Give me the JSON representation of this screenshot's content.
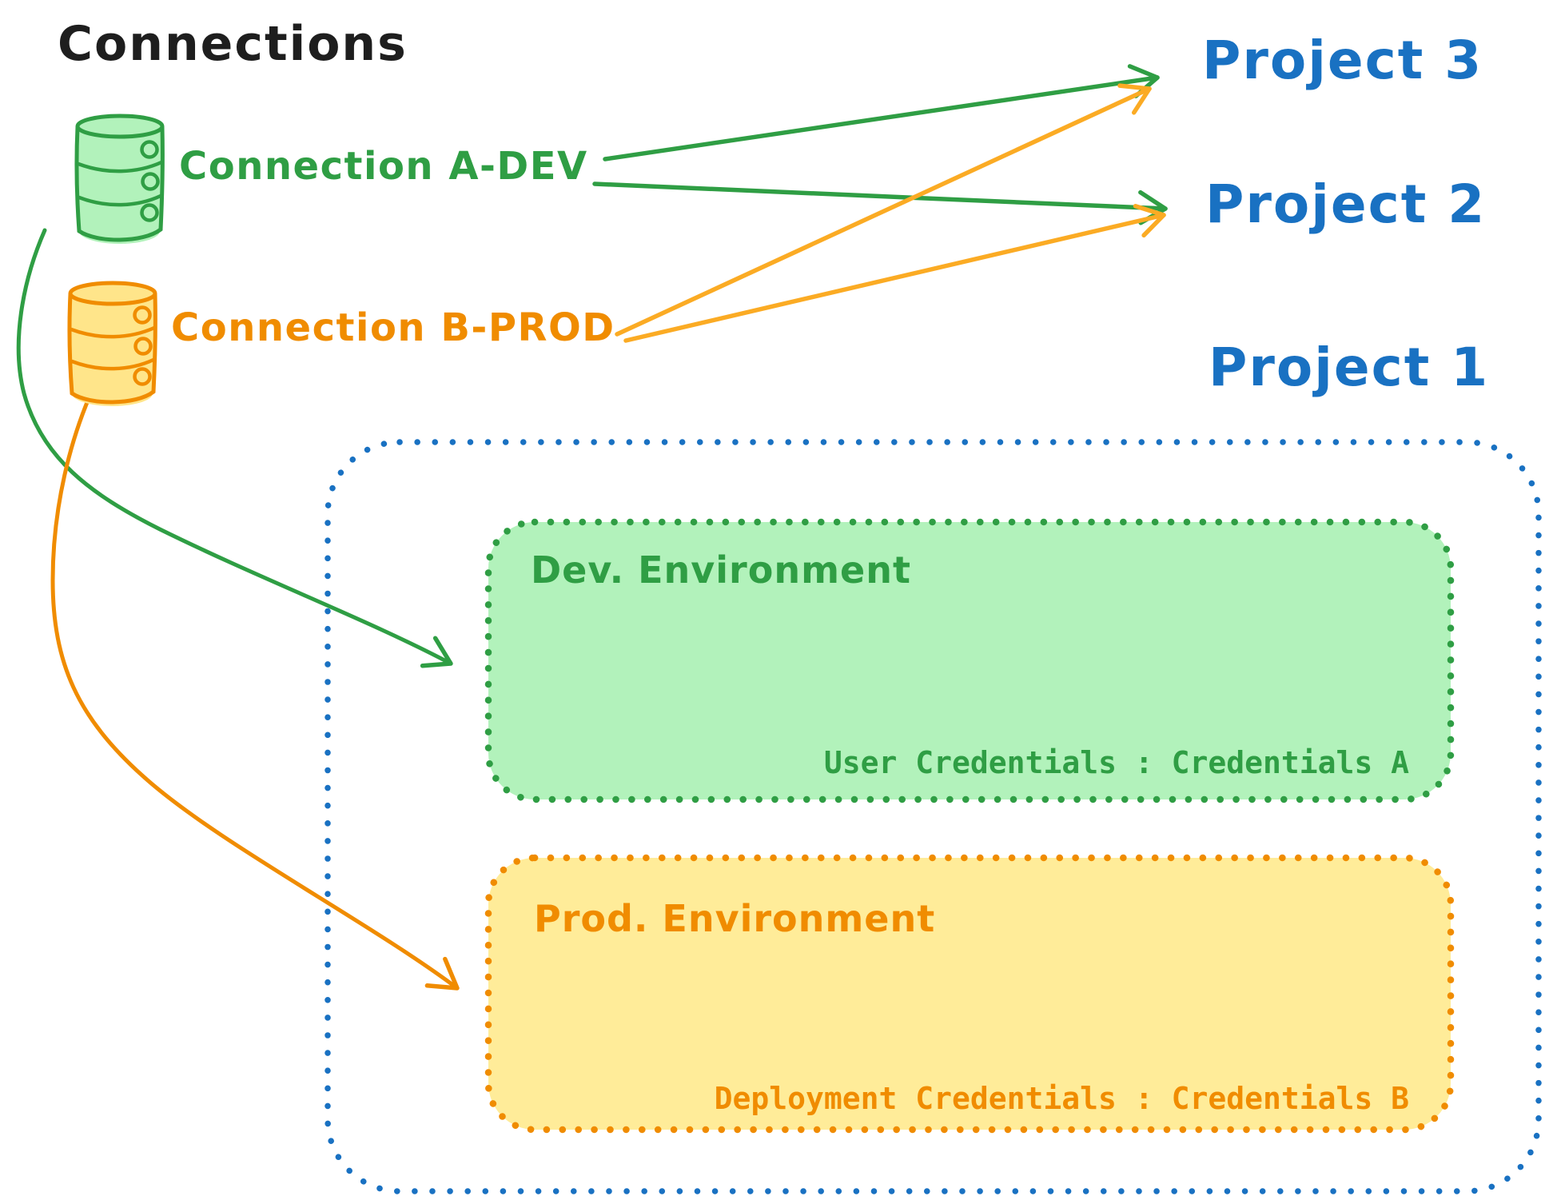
{
  "diagram": {
    "title": "Connections",
    "connections": [
      {
        "label": "Connection A-DEV",
        "icon": "database-icon",
        "color": "#2f9e44",
        "fill": "#b2f2bb"
      },
      {
        "label": "Connection B-PROD",
        "icon": "database-icon",
        "color": "#f08c00",
        "fill": "#ffe58a"
      }
    ],
    "projects": [
      {
        "label": "Project 3"
      },
      {
        "label": "Project 2"
      },
      {
        "label": "Project 1"
      }
    ],
    "project1": {
      "environments": [
        {
          "name": "Dev. Environment",
          "credentials": "User Credentials : Credentials A",
          "color": "#2f9e44",
          "fill": "#b2f2bb"
        },
        {
          "name": "Prod. Environment",
          "credentials": "Deployment Credentials : Credentials B",
          "color": "#f08c00",
          "fill": "#ffec99"
        }
      ]
    },
    "edges": [
      {
        "from": "Connection A-DEV",
        "to": "Project 3",
        "style": "straight-arrow",
        "color": "#2f9e44"
      },
      {
        "from": "Connection A-DEV",
        "to": "Project 2",
        "style": "straight-arrow",
        "color": "#2f9e44"
      },
      {
        "from": "Connection B-PROD",
        "to": "Project 3",
        "style": "straight-arrow",
        "color": "#fbab24"
      },
      {
        "from": "Connection B-PROD",
        "to": "Project 2",
        "style": "straight-arrow",
        "color": "#fbab24"
      },
      {
        "from": "Connection A-DEV",
        "to": "Dev. Environment",
        "style": "curved-arrow",
        "color": "#2f9e44"
      },
      {
        "from": "Connection B-PROD",
        "to": "Prod. Environment",
        "style": "curved-arrow",
        "color": "#f08c00"
      }
    ],
    "colors": {
      "ink": "#1e1e1e",
      "blue": "#1971c2",
      "green": "#2f9e44",
      "orange": "#f08c00",
      "orange_arrow_light": "#fbab24",
      "green_fill": "#b2f2bb",
      "yellow_fill": "#ffec99"
    }
  }
}
